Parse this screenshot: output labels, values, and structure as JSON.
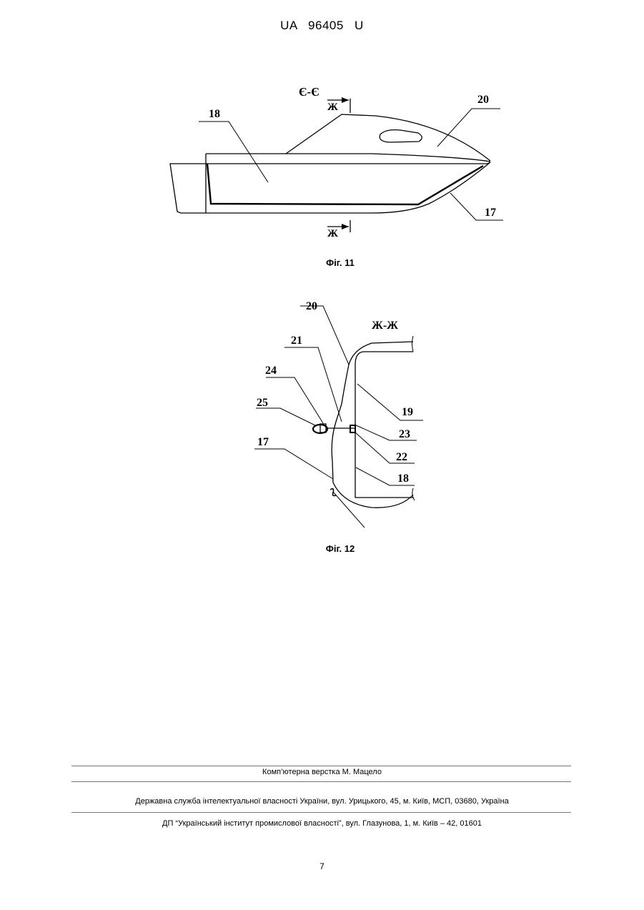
{
  "header": {
    "doc_number": "UA 96405 U"
  },
  "figure11": {
    "section_label": "Є-Є",
    "cut_label_top": "Ж",
    "cut_label_bottom": "Ж",
    "labels": {
      "l18": "18",
      "l20": "20",
      "l17": "17"
    },
    "caption": "Фіг. 11"
  },
  "figure12": {
    "section_label": "Ж-Ж",
    "labels": {
      "l20": "20",
      "l21": "21",
      "l24": "24",
      "l25": "25",
      "l17": "17",
      "l19": "19",
      "l23": "23",
      "l22": "22",
      "l18": "18"
    },
    "caption": "Фіг. 12"
  },
  "footer": {
    "layout_credit": "Комп’ютерна верстка М. Мацело",
    "agency": "Державна служба інтелектуальної власності України, вул. Урицького, 45, м. Київ, МСП, 03680, Україна",
    "institute": "ДП “Український інститут промислової власності”, вул. Глазунова, 1, м. Київ – 42, 01601"
  },
  "page_number": "7"
}
